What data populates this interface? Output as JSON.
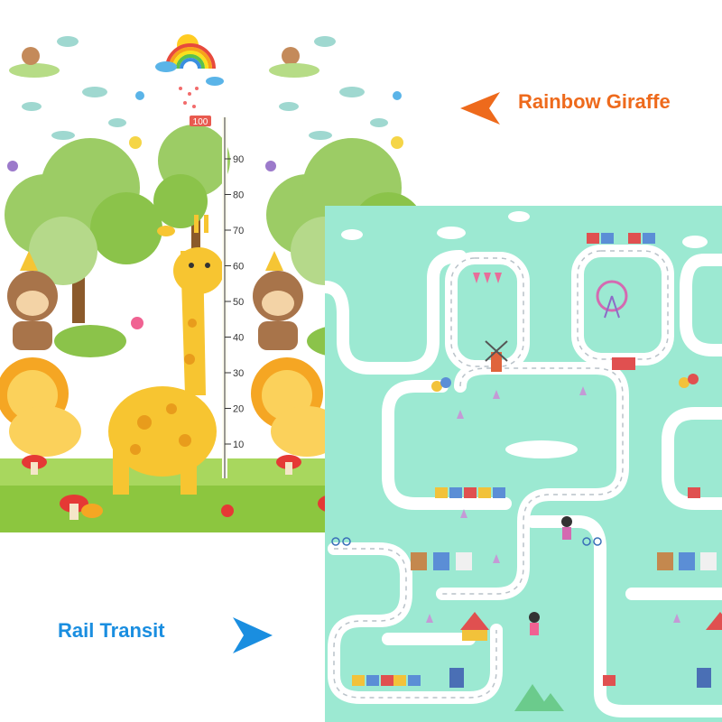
{
  "labels": {
    "rainbow_giraffe": "Rainbow Giraffe",
    "rail_transit": "Rail Transit"
  },
  "ruler": {
    "top_tag": "100",
    "marks": [
      "90",
      "80",
      "70",
      "60",
      "50",
      "40",
      "30",
      "20",
      "10"
    ],
    "highlight_mark": "50"
  },
  "colors": {
    "rainbow_caption": "#ee6a1c",
    "rail_caption": "#1a8ee0",
    "transit_background": "#9ce9d2",
    "road": "#ffffff"
  }
}
